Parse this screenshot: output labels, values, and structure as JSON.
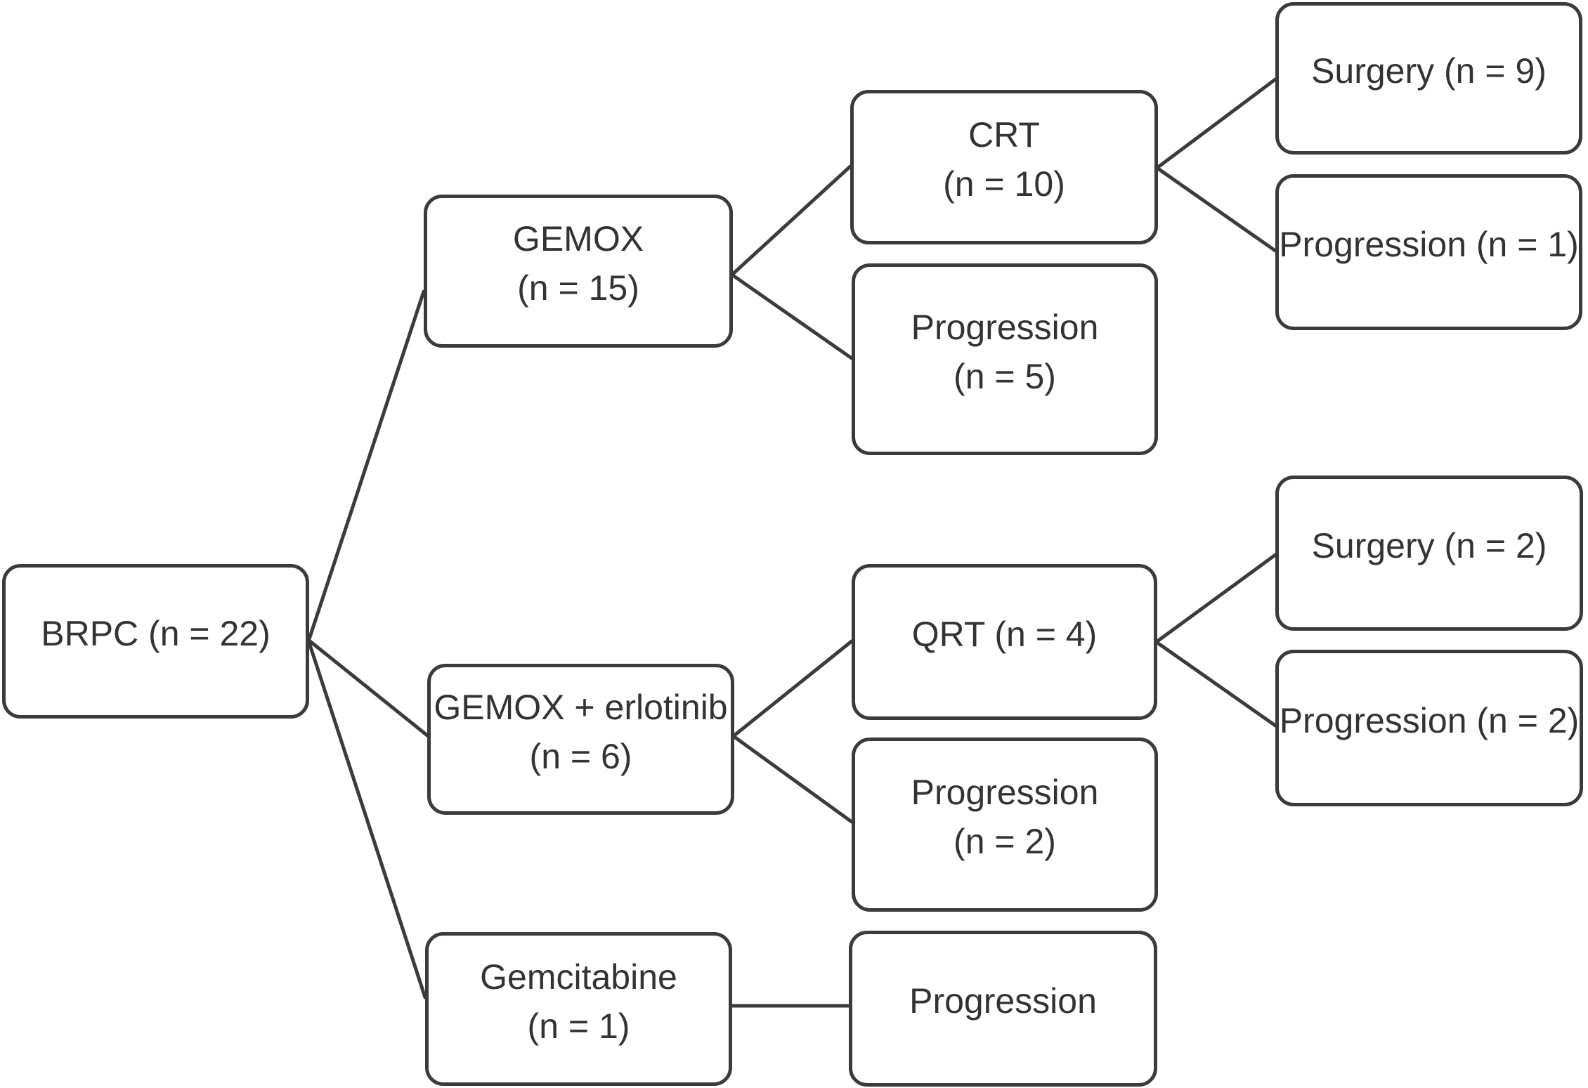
{
  "diagram": {
    "title": "BRPC treatment flow diagram",
    "background_color": "#ffffff",
    "stroke_color": "#3b3b3b",
    "text_color": "#333333",
    "nodes": {
      "brpc": {
        "line1": "BRPC (n = 22)",
        "line2": ""
      },
      "gemox": {
        "line1": "GEMOX",
        "line2": "(n = 15)"
      },
      "gemox_erlotinib": {
        "line1": "GEMOX + erlotinib",
        "line2": "(n = 6)"
      },
      "gemcitabine": {
        "line1": "Gemcitabine",
        "line2": "(n = 1)"
      },
      "crt": {
        "line1": "CRT",
        "line2": "(n = 10)"
      },
      "progression_5": {
        "line1": "Progression",
        "line2": "(n = 5)"
      },
      "qrt": {
        "line1": "QRT (n = 4)",
        "line2": ""
      },
      "progression_2_mid": {
        "line1": "Progression",
        "line2": "(n = 2)"
      },
      "progression_bottom": {
        "line1": "Progression",
        "line2": ""
      },
      "surgery_9": {
        "line1": "Surgery (n = 9)",
        "line2": ""
      },
      "progression_1": {
        "line1": "Progression (n = 1)",
        "line2": ""
      },
      "surgery_2": {
        "line1": "Surgery (n = 2)",
        "line2": ""
      },
      "progression_2_right": {
        "line1": "Progression (n = 2)",
        "line2": ""
      }
    },
    "edges": [
      {
        "from": "brpc",
        "to": "gemox"
      },
      {
        "from": "brpc",
        "to": "gemox_erlotinib"
      },
      {
        "from": "brpc",
        "to": "gemcitabine"
      },
      {
        "from": "gemox",
        "to": "crt"
      },
      {
        "from": "gemox",
        "to": "progression_5"
      },
      {
        "from": "crt",
        "to": "surgery_9"
      },
      {
        "from": "crt",
        "to": "progression_1"
      },
      {
        "from": "gemox_erlotinib",
        "to": "qrt"
      },
      {
        "from": "gemox_erlotinib",
        "to": "progression_2_mid"
      },
      {
        "from": "qrt",
        "to": "surgery_2"
      },
      {
        "from": "qrt",
        "to": "progression_2_right"
      },
      {
        "from": "gemcitabine",
        "to": "progression_bottom"
      }
    ]
  }
}
